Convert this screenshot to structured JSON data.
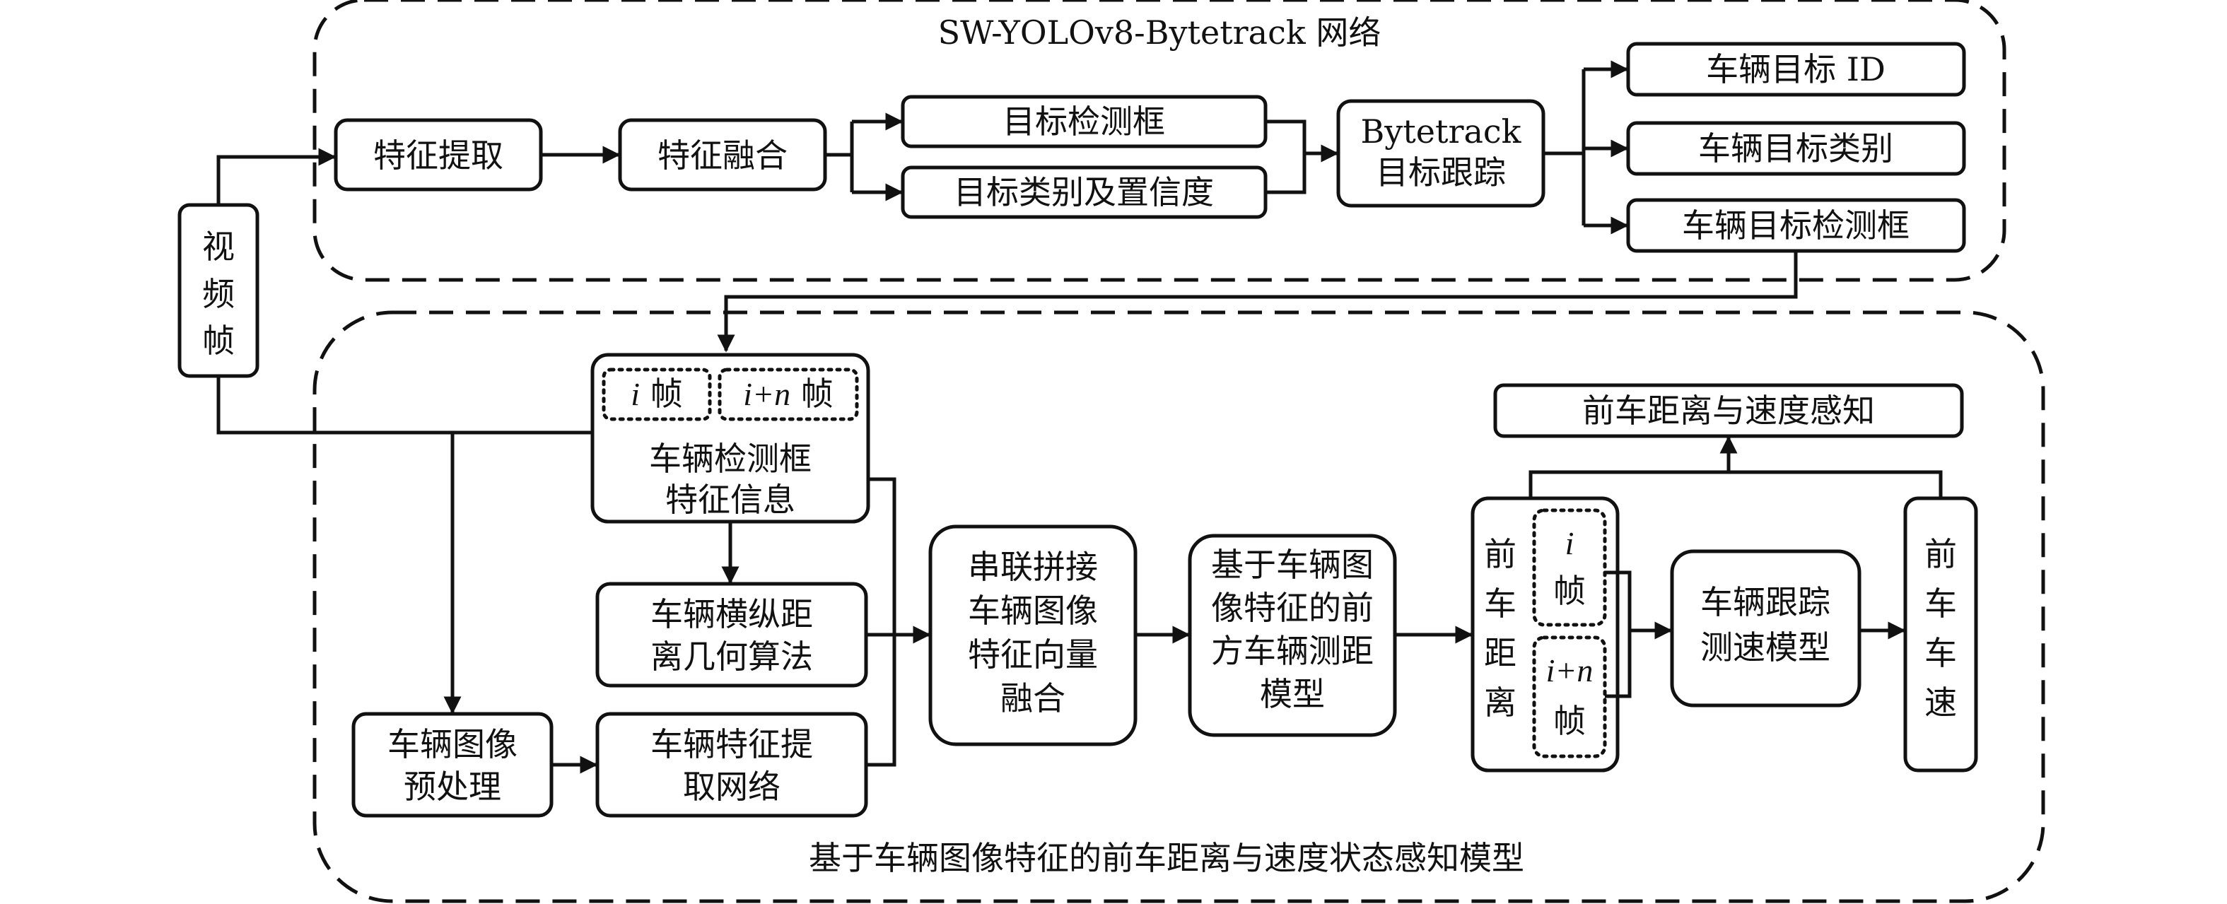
{
  "groups": {
    "top_title": "SW-YOLOv8-Bytetrack 网络",
    "bottom_title": "基于车辆图像特征的前车距离与速度状态感知模型"
  },
  "nodes": {
    "video_frame": [
      "视",
      "频",
      "帧"
    ],
    "feature_extract": "特征提取",
    "feature_fusion": "特征融合",
    "target_box": "目标检测框",
    "target_class_conf": "目标类别及置信度",
    "bytetrack": [
      "Bytetrack",
      "目标跟踪"
    ],
    "vehicle_id": "车辆目标 ID",
    "vehicle_class": "车辆目标类别",
    "vehicle_box": "车辆目标检测框",
    "frame_i": {
      "var": "i",
      "suffix": " 帧"
    },
    "frame_in": {
      "var": "i+n",
      "suffix": " 帧"
    },
    "box_feature_info": [
      "车辆检测框",
      "特征信息"
    ],
    "geometry_algo": [
      "车辆横纵距",
      "离几何算法"
    ],
    "preprocess": [
      "车辆图像",
      "预处理"
    ],
    "feature_net": [
      "车辆特征提",
      "取网络"
    ],
    "concat_fusion": [
      "串联拼接",
      "车辆图像",
      "特征向量",
      "融合"
    ],
    "ranging_model": [
      "基于车辆图",
      "像特征的前",
      "方车辆测距",
      "模型"
    ],
    "front_distance": [
      "前",
      "车",
      "距",
      "离"
    ],
    "dist_frame_i": {
      "var": "i",
      "suffix": "帧"
    },
    "dist_frame_in": {
      "var": "i+n",
      "suffix": "帧"
    },
    "speed_model": [
      "车辆跟踪",
      "测速模型"
    ],
    "front_speed": [
      "前",
      "车",
      "车",
      "速"
    ],
    "perception": "前车距离与速度感知"
  }
}
